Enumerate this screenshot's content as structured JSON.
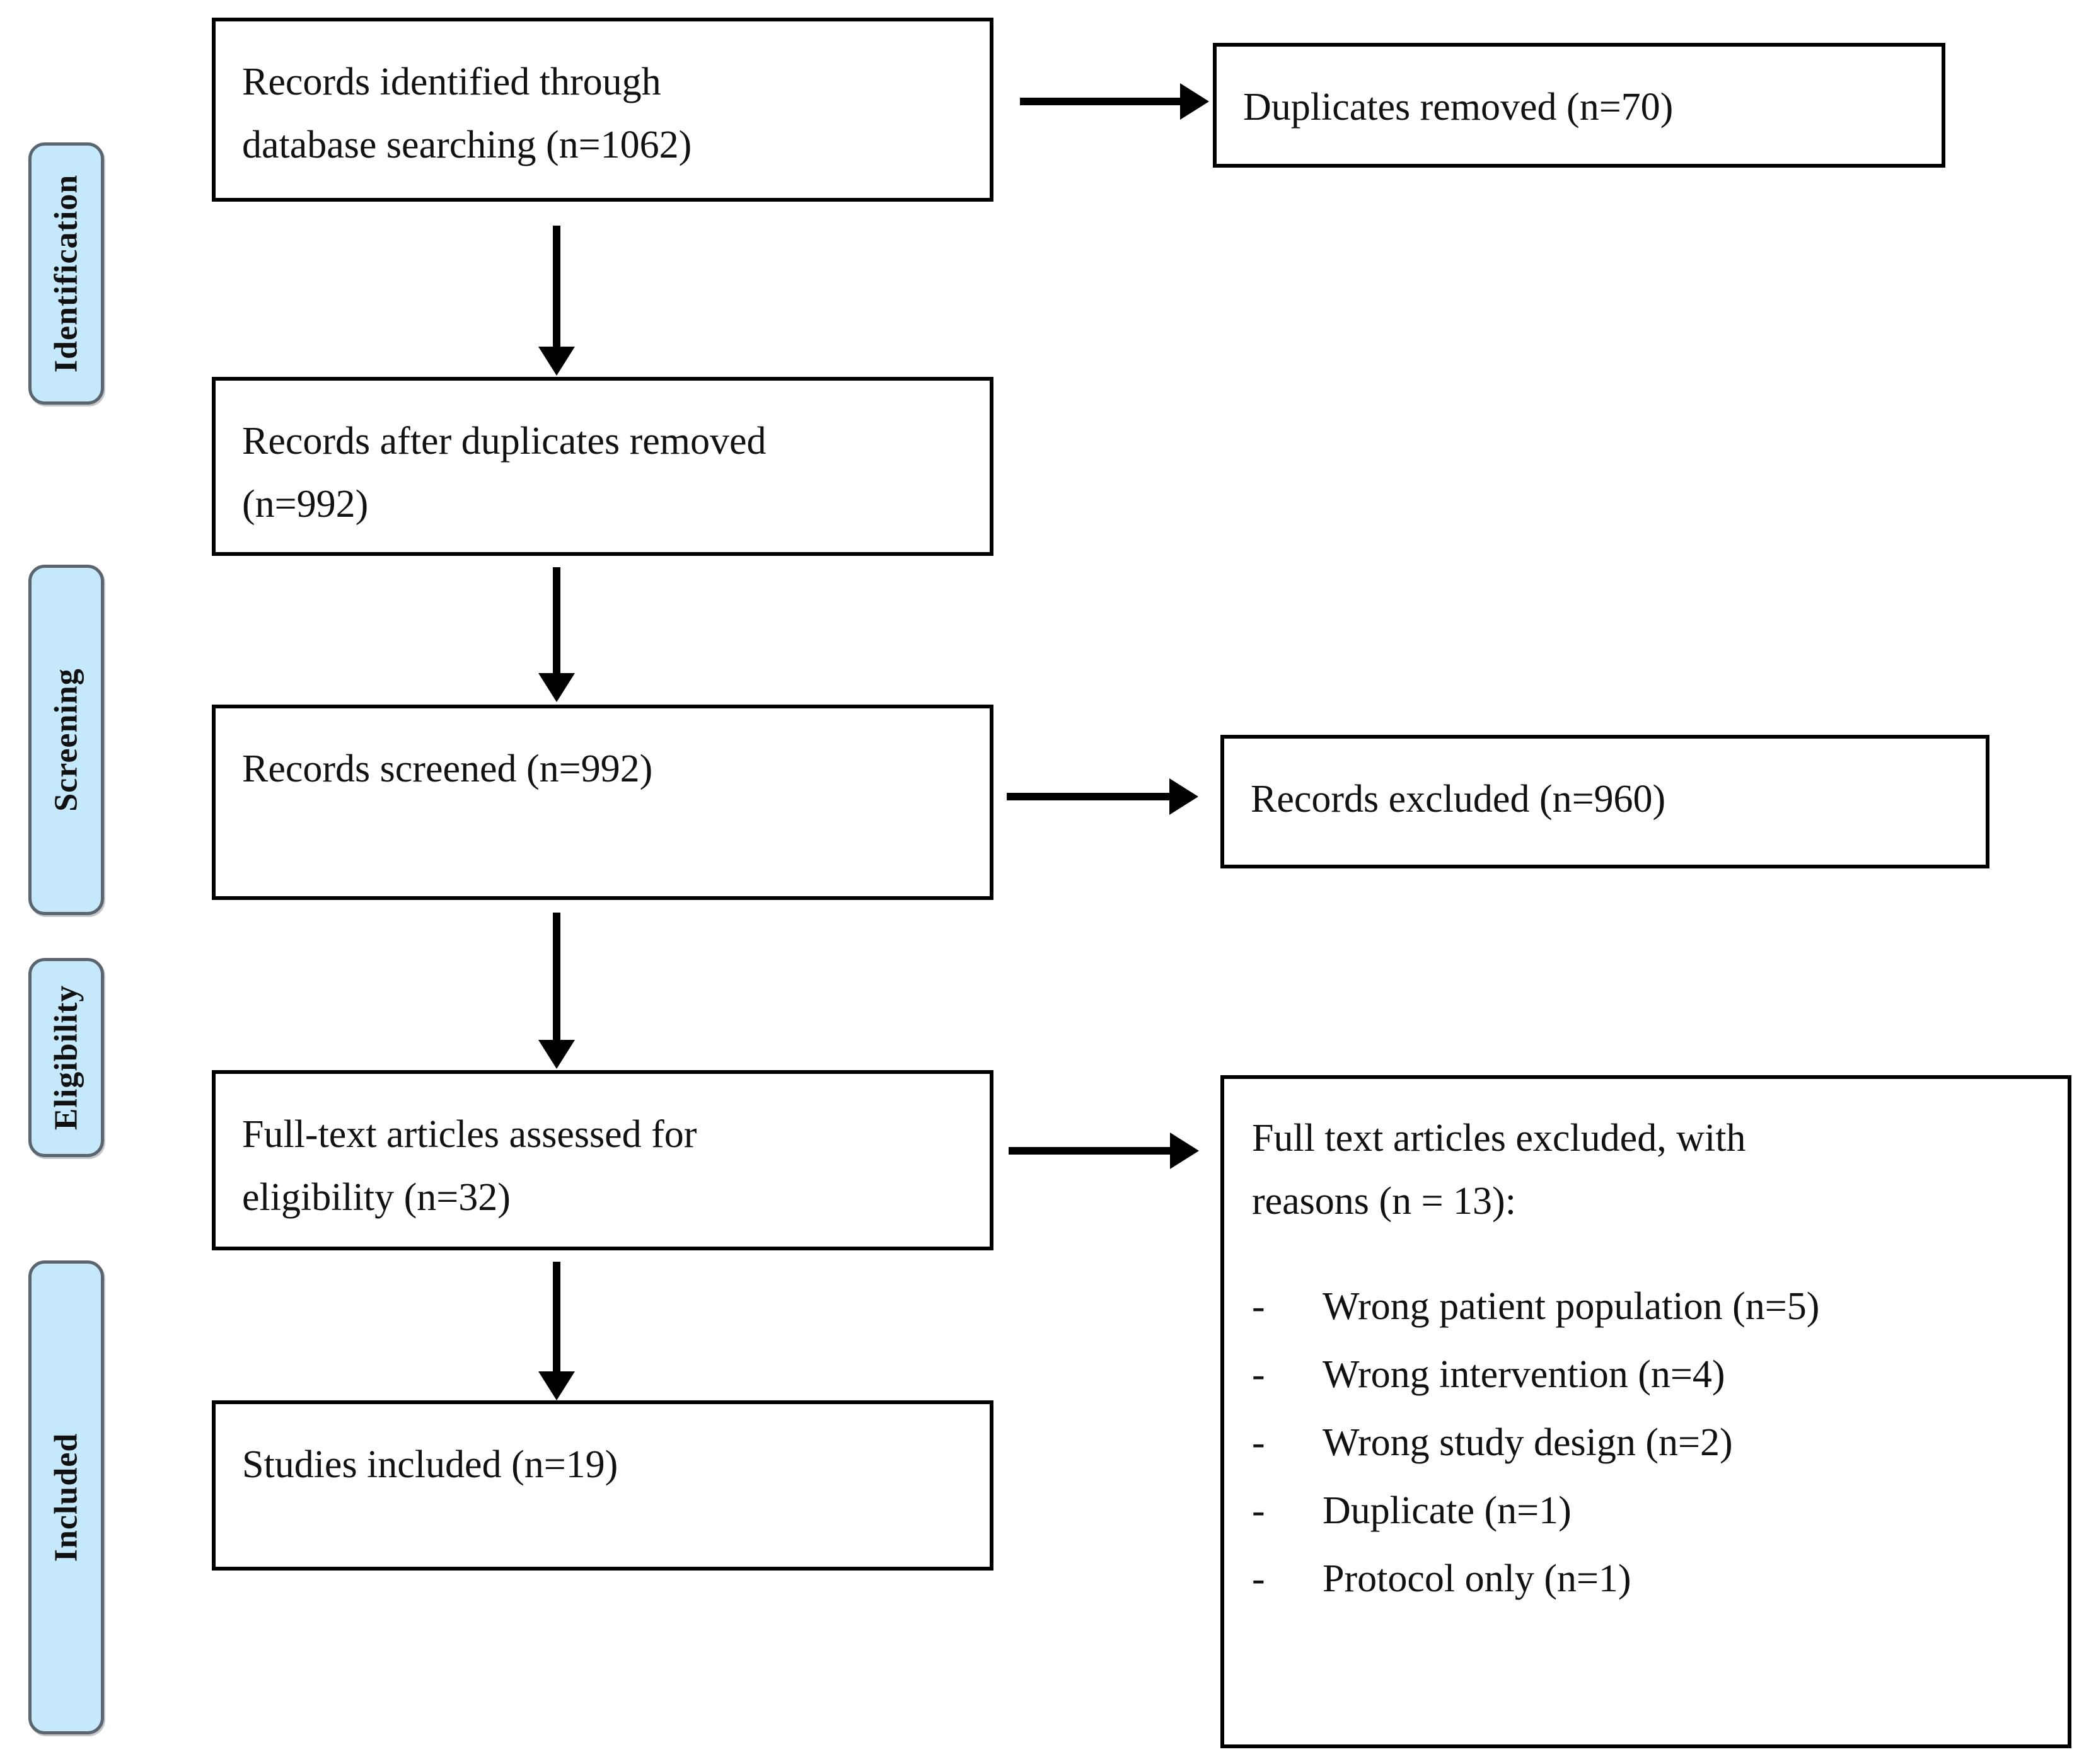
{
  "diagram": {
    "title": "PRISMA study selection flow diagram",
    "accent_color": "#c5e8fa",
    "border_color": "#5a6570",
    "box_border_color": "#000000",
    "text_color": "#111111"
  },
  "stages": [
    {
      "label": "Identification"
    },
    {
      "label": "Screening"
    },
    {
      "label": "Eligibility"
    },
    {
      "label": "Included"
    }
  ],
  "boxes": {
    "records_identified": {
      "text": "Records identified through\ndatabase searching (n=1062)"
    },
    "duplicates_removed": {
      "text": "Duplicates removed (n=70)"
    },
    "records_after_duplicates": {
      "text": "Records after duplicates removed\n(n=992)"
    },
    "records_screened": {
      "text": "Records screened (n=992)"
    },
    "records_excluded": {
      "text": "Records excluded (n=960)"
    },
    "full_text_assessed": {
      "text": "Full-text articles assessed for\neligibility (n=32)"
    },
    "studies_included": {
      "text": "Studies included (n=19)"
    },
    "full_text_excluded": {
      "title": "Full text articles excluded, with\nreasons (n = 13):",
      "bullet_marker": "-",
      "reasons": [
        {
          "text": "Wrong patient population (n=5)"
        },
        {
          "text": "Wrong intervention (n=4)"
        },
        {
          "text": "Wrong study design (n=2)"
        },
        {
          "text": "Duplicate (n=1)"
        },
        {
          "text": "Protocol only (n=1)"
        }
      ]
    }
  },
  "chart_data": {
    "type": "diagram",
    "title": "PRISMA flow of study selection",
    "nodes": [
      {
        "id": "records_identified",
        "stage": "Identification",
        "label": "Records identified through database searching",
        "n": 1062
      },
      {
        "id": "duplicates_removed",
        "stage": "Identification",
        "label": "Duplicates removed",
        "n": 70
      },
      {
        "id": "records_after_duplicates",
        "stage": "Identification",
        "label": "Records after duplicates removed",
        "n": 992
      },
      {
        "id": "records_screened",
        "stage": "Screening",
        "label": "Records screened",
        "n": 992
      },
      {
        "id": "records_excluded",
        "stage": "Screening",
        "label": "Records excluded",
        "n": 960
      },
      {
        "id": "full_text_assessed",
        "stage": "Eligibility",
        "label": "Full-text articles assessed for eligibility",
        "n": 32
      },
      {
        "id": "full_text_excluded",
        "stage": "Eligibility",
        "label": "Full text articles excluded, with reasons",
        "n": 13
      },
      {
        "id": "studies_included",
        "stage": "Included",
        "label": "Studies included",
        "n": 19
      }
    ],
    "exclusion_reasons": [
      {
        "reason": "Wrong patient population",
        "n": 5
      },
      {
        "reason": "Wrong intervention",
        "n": 4
      },
      {
        "reason": "Wrong study design",
        "n": 2
      },
      {
        "reason": "Duplicate",
        "n": 1
      },
      {
        "reason": "Protocol only",
        "n": 1
      }
    ],
    "edges": [
      {
        "from": "records_identified",
        "to": "duplicates_removed",
        "direction": "right"
      },
      {
        "from": "records_identified",
        "to": "records_after_duplicates",
        "direction": "down"
      },
      {
        "from": "records_after_duplicates",
        "to": "records_screened",
        "direction": "down"
      },
      {
        "from": "records_screened",
        "to": "records_excluded",
        "direction": "right"
      },
      {
        "from": "records_screened",
        "to": "full_text_assessed",
        "direction": "down"
      },
      {
        "from": "full_text_assessed",
        "to": "full_text_excluded",
        "direction": "right"
      },
      {
        "from": "full_text_assessed",
        "to": "studies_included",
        "direction": "down"
      }
    ]
  }
}
